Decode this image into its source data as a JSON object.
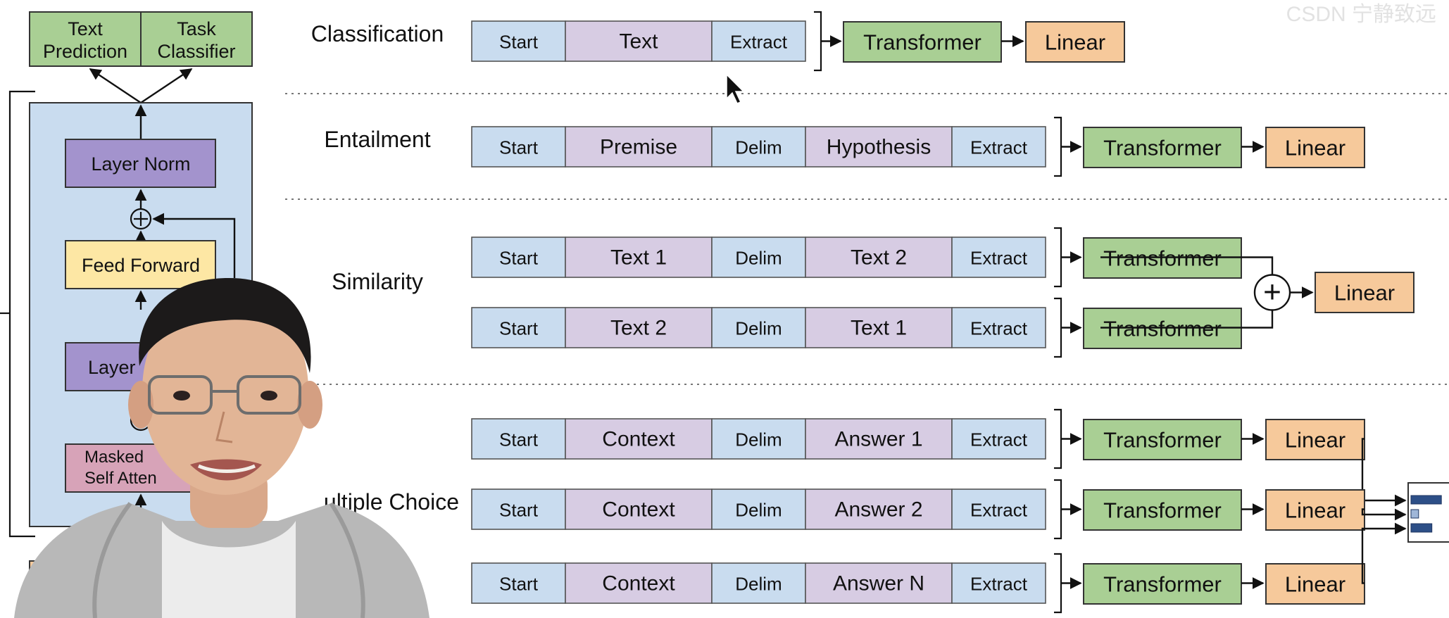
{
  "colors": {
    "token_blue": "#c9dcef",
    "token_purple": "#d7cce3",
    "green": "#a9cf94",
    "orange": "#f6c99b",
    "layernorm_purple": "#a393cd",
    "feedforward_yellow": "#fde7a4",
    "attention_pink": "#d7a3b8",
    "panel_blue": "#c9dcef",
    "bar_navy": "#2d4f87",
    "bar_light": "#9fb6d8"
  },
  "left_panel": {
    "heads": [
      "Text\nPrediction",
      "Task\nClassifier"
    ],
    "layer_norm_top": "Layer Norm",
    "feed_forward": "Feed Forward",
    "layer_norm_bottom": "Layer",
    "masked_attention": "Masked\nSelf Atten"
  },
  "tasks": [
    {
      "name": "Classification",
      "rows": [
        {
          "tokens": [
            "Start",
            "Text",
            "Extract"
          ],
          "heads": [
            "Transformer",
            "Linear"
          ]
        }
      ]
    },
    {
      "name": "Entailment",
      "rows": [
        {
          "tokens": [
            "Start",
            "Premise",
            "Delim",
            "Hypothesis",
            "Extract"
          ],
          "heads": [
            "Transformer",
            "Linear"
          ]
        }
      ]
    },
    {
      "name": "Similarity",
      "rows": [
        {
          "tokens": [
            "Start",
            "Text 1",
            "Delim",
            "Text 2",
            "Extract"
          ],
          "heads": [
            "Transformer"
          ]
        },
        {
          "tokens": [
            "Start",
            "Text 2",
            "Delim",
            "Text 1",
            "Extract"
          ],
          "heads": [
            "Transformer"
          ]
        }
      ],
      "combine": "+",
      "final": "Linear"
    },
    {
      "name": "ultiple Choice",
      "rows": [
        {
          "tokens": [
            "Start",
            "Context",
            "Delim",
            "Answer 1",
            "Extract"
          ],
          "heads": [
            "Transformer",
            "Linear"
          ]
        },
        {
          "tokens": [
            "Start",
            "Context",
            "Delim",
            "Answer 2",
            "Extract"
          ],
          "heads": [
            "Transformer",
            "Linear"
          ]
        },
        {
          "tokens": [
            "Start",
            "Context",
            "Delim",
            "Answer N",
            "Extract"
          ],
          "heads": [
            "Transformer",
            "Linear"
          ]
        }
      ],
      "softmax_bars": [
        0.8,
        0.2,
        0.55
      ]
    }
  ],
  "watermark": "CSDN 宁静致远"
}
